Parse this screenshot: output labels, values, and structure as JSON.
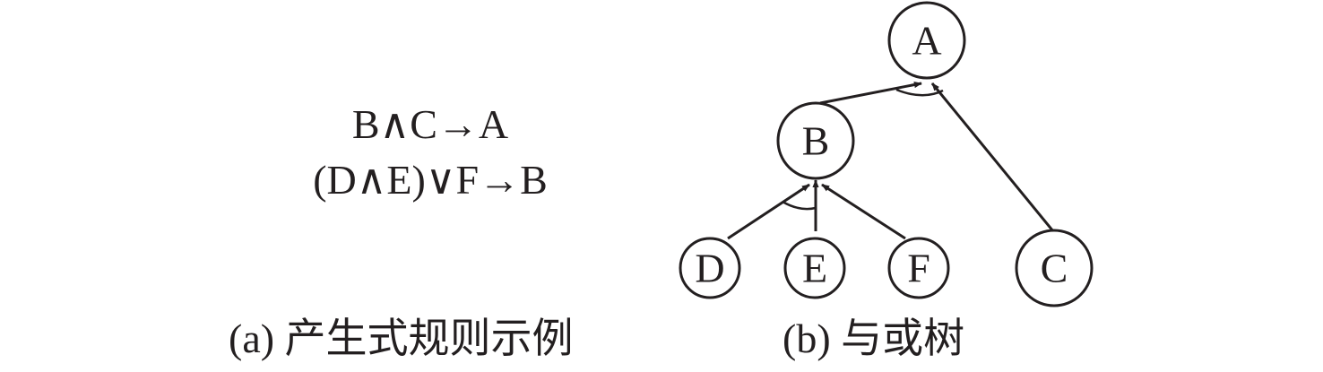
{
  "rules": [
    "B∧C→A",
    "(D∧E)∨F→B"
  ],
  "captions": {
    "a": "(a) 产生式规则示例",
    "b": "(b) 与或树"
  },
  "nodes": [
    "A",
    "B",
    "C",
    "D",
    "E",
    "F"
  ]
}
